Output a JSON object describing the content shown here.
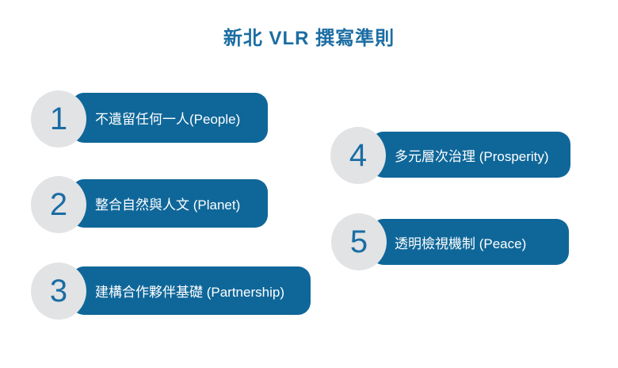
{
  "title": "新北 VLR 撰寫準則",
  "colors": {
    "title_blue": "#1B6DA3",
    "pill_blue": "#0F6799",
    "number_blue": "#1A6DA4",
    "circle_gray": "#E2E3E5",
    "background": "#FFFFFF",
    "pill_text": "#FFFFFF"
  },
  "items": [
    {
      "number": "1",
      "label": "不遺留任何一人(People)"
    },
    {
      "number": "2",
      "label": "整合自然與人文 (Planet)"
    },
    {
      "number": "3",
      "label": "建構合作夥伴基礎 (Partnership)"
    },
    {
      "number": "4",
      "label": "多元層次治理 (Prosperity)"
    },
    {
      "number": "5",
      "label": "透明檢視機制 (Peace)"
    }
  ]
}
